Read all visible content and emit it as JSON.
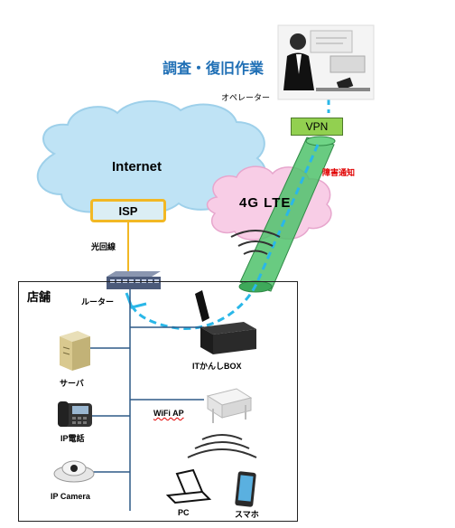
{
  "operator": {
    "title": "調査・復旧作業",
    "label": "オペレーター"
  },
  "cloud_internet": {
    "label": "Internet"
  },
  "cloud_lte": {
    "label": "4G LTE"
  },
  "isp": {
    "label": "ISP"
  },
  "vpn": {
    "label": "VPN"
  },
  "fault_notice": {
    "label": "障害通知"
  },
  "fiber_line": {
    "label": "光回線"
  },
  "store": {
    "title": "店舗",
    "router_label": "ルーター",
    "devices": {
      "server": "サーバ",
      "ip_phone": "IP電話",
      "ip_camera": "IP Camera",
      "it_box": "ITかんしBOX",
      "wifi_ap": "WiFi AP",
      "pc": "PC",
      "smartphone": "スマホ"
    }
  },
  "colors": {
    "title_blue": "#1f6fb5",
    "cloud_blue": "#bfe3f5",
    "cloud_pink": "#f8cde6",
    "vpn_green": "#92d050",
    "tunnel_green": "#4fc26b",
    "isp_border": "#f2b824",
    "dash_cyan": "#2ab7e8",
    "fault_red": "#e00000"
  }
}
